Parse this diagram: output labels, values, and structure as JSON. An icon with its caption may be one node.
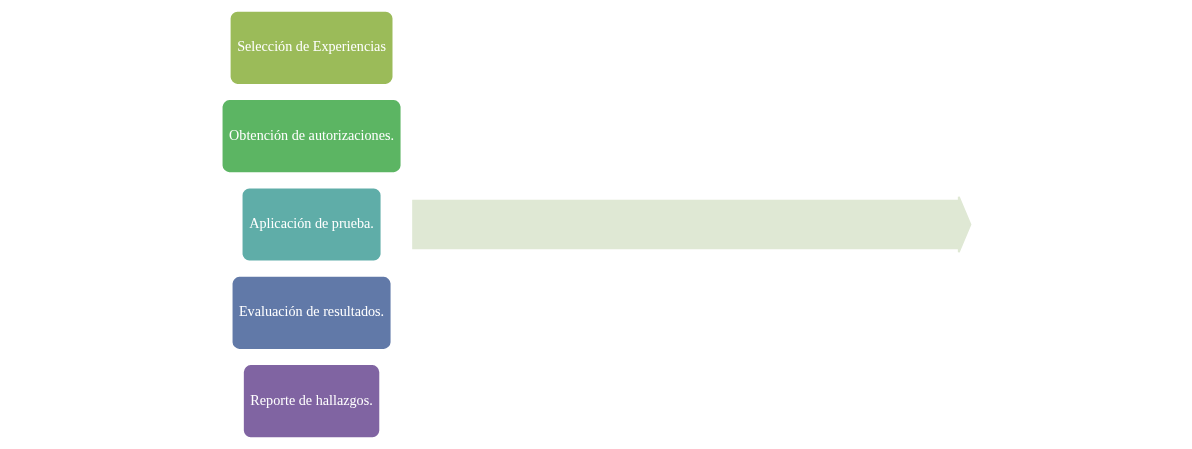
{
  "diagram": {
    "nodes": [
      {
        "text": [
          "Selección de Experiencias"
        ]
      },
      {
        "text": [
          "Obtención de autorizaciones."
        ]
      },
      {
        "text": [
          "Aplicación de prueba."
        ]
      },
      {
        "text": [
          "Evaluación de resultados."
        ]
      },
      {
        "text": [
          "Reporte de hallazgos."
        ]
      },
      {
        "text": [],
        "shape": "arrow"
      }
    ]
  }
}
